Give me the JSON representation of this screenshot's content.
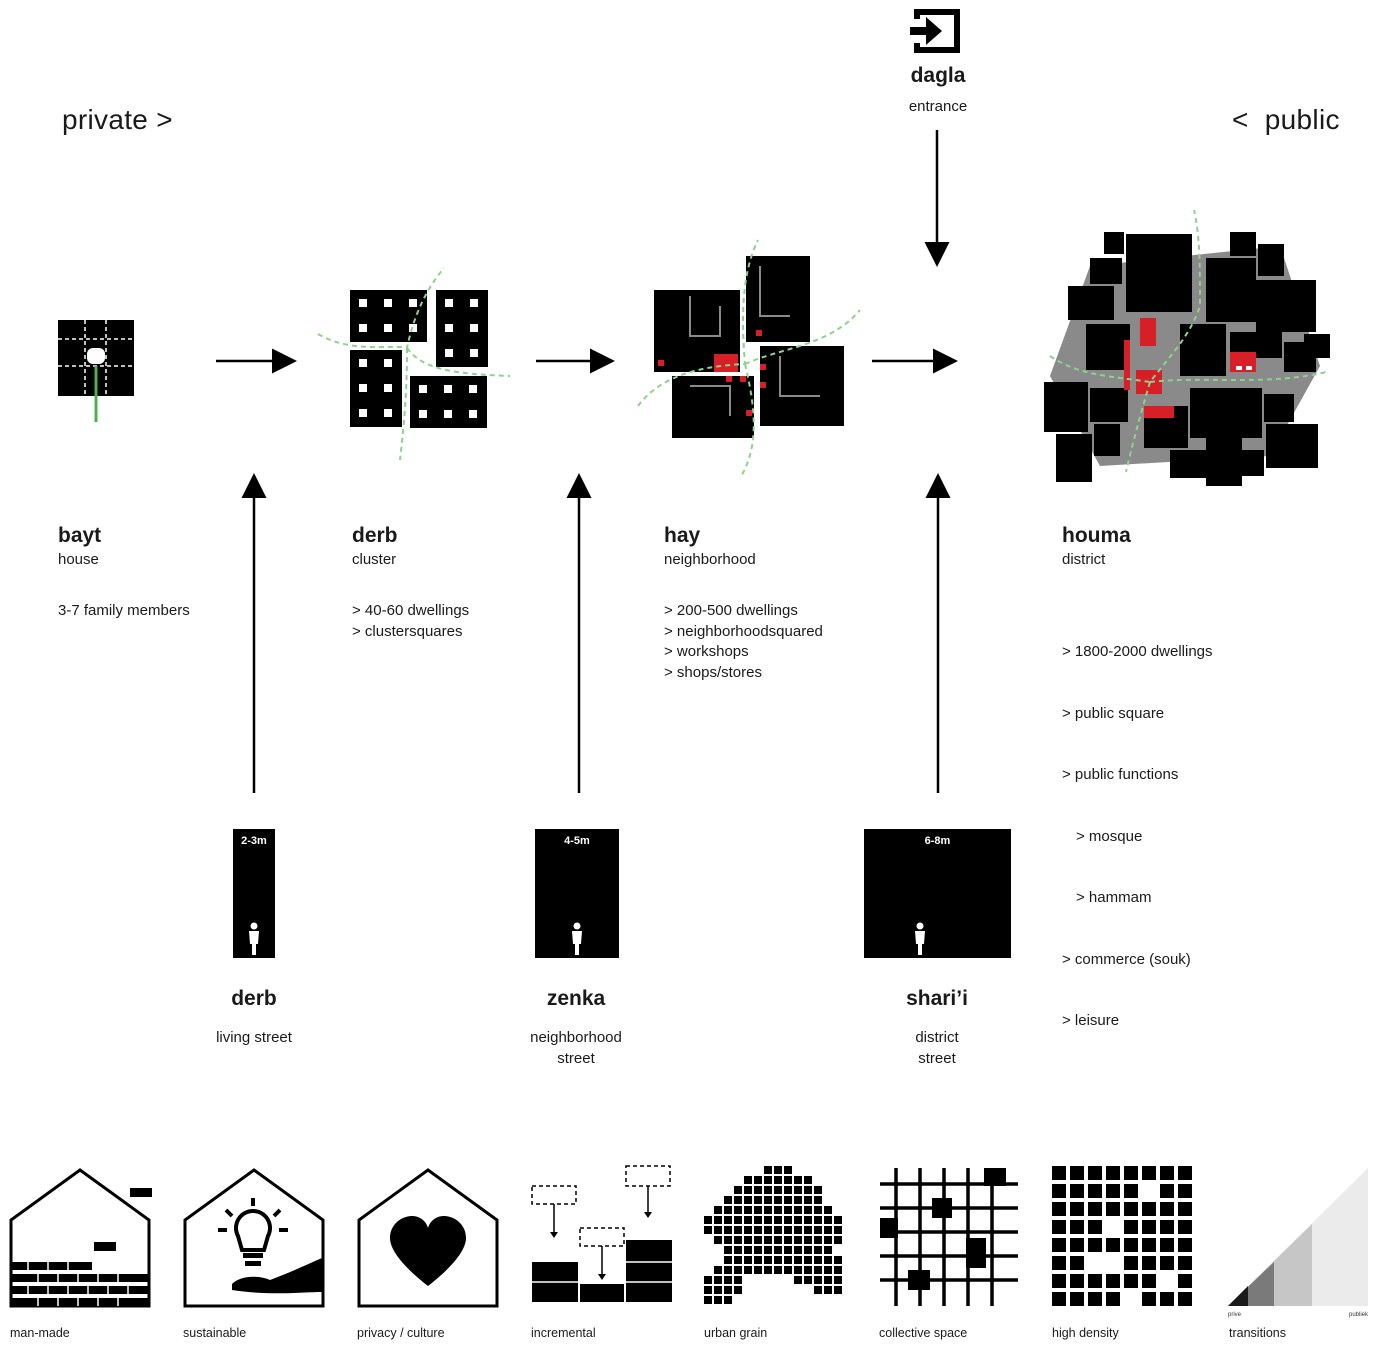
{
  "header": {
    "private_label": "private >",
    "public_label": "<  public",
    "entrance_title": "dagla",
    "entrance_sub": "entrance",
    "entrance_icon": "entrance-icon"
  },
  "levels": [
    {
      "title": "bayt",
      "sub": "house",
      "details": [
        "3-7 family members"
      ]
    },
    {
      "title": "derb",
      "sub": "cluster",
      "details": [
        "> 40-60 dwellings",
        "> clustersquares"
      ]
    },
    {
      "title": "hay",
      "sub": "neighborhood",
      "details": [
        "> 200-500 dwellings",
        "> neighborhoodsquared",
        "> workshops",
        "> shops/stores"
      ]
    },
    {
      "title": "houma",
      "sub": "district",
      "details": [
        "> 1800-2000 dwellings",
        "> public square",
        "> public functions",
        "  > mosque",
        "  > hammam",
        "> commerce (souk)",
        "> leisure"
      ]
    }
  ],
  "streets": [
    {
      "width": "2-3m",
      "title": "derb",
      "sub": [
        "living street"
      ]
    },
    {
      "width": "4-5m",
      "title": "zenka",
      "sub": [
        "neighborhood",
        "street"
      ]
    },
    {
      "width": "6-8m",
      "title": "shari’i",
      "sub": [
        "district",
        "street"
      ]
    }
  ],
  "icons": [
    {
      "label": "man-made",
      "icon": "brick-house-icon"
    },
    {
      "label": "sustainable",
      "icon": "lightbulb-hand-icon"
    },
    {
      "label": "privacy / culture",
      "icon": "heart-house-icon"
    },
    {
      "label": "incremental",
      "icon": "incremental-blocks-icon"
    },
    {
      "label": "urban grain",
      "icon": "urban-grain-icon"
    },
    {
      "label": "collective space",
      "icon": "grid-icon"
    },
    {
      "label": "high density",
      "icon": "dense-grid-icon"
    },
    {
      "label": "transitions",
      "icon": "gradient-triangle-icon"
    }
  ],
  "transition_scale": {
    "left": "prive",
    "right": "publiek"
  },
  "colors": {
    "accent_red": "#d61f26",
    "path_green": "#8fd18f",
    "ink": "#000000",
    "gray": "#8a8a8a"
  }
}
